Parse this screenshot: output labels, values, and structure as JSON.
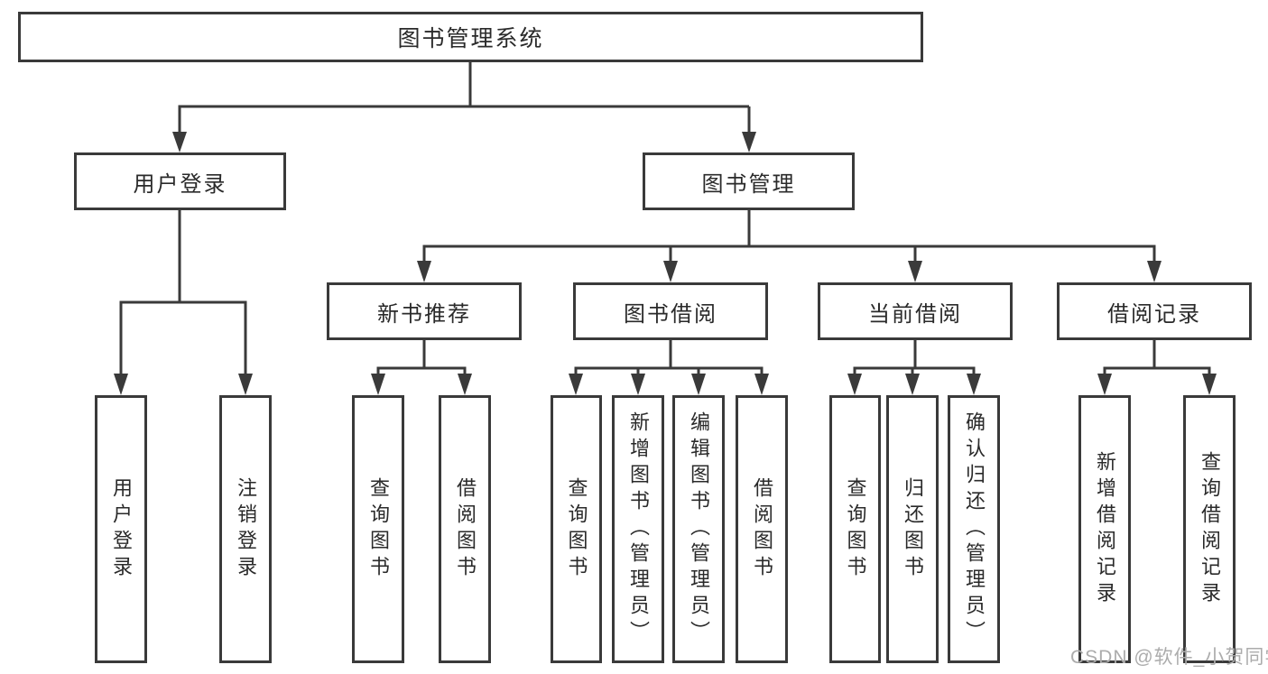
{
  "nodes": {
    "root": "图书管理系统",
    "user_login": "用户登录",
    "book_management": "图书管理",
    "new_book_rec": "新书推荐",
    "book_borrow": "图书借阅",
    "current_borrow": "当前借阅",
    "borrow_records": "借阅记录"
  },
  "leaves": {
    "user_login": [
      "用户登录",
      "注销登录"
    ],
    "new_book_rec": [
      "查询图书",
      "借阅图书"
    ],
    "book_borrow": [
      "查询图书",
      "新增图书（管理员）",
      "编辑图书（管理员）",
      "借阅图书"
    ],
    "current_borrow": [
      "查询图书",
      "归还图书",
      "确认归还（管理员）"
    ],
    "borrow_records": [
      "新增借阅记录",
      "查询借阅记录"
    ]
  },
  "watermark": "CSDN @软件_小贺同学",
  "colors": {
    "line": "#3a3a3a",
    "box_background": "#ffffff",
    "text": "#2a2a2a",
    "watermark": "#acacac",
    "page_background": "#ffffff"
  }
}
